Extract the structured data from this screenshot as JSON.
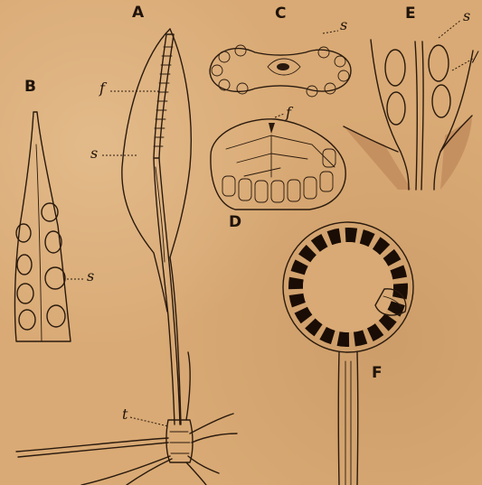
{
  "figure": {
    "panel_labels": {
      "A": "A",
      "B": "B",
      "C": "C",
      "D": "D",
      "E": "E",
      "F": "F"
    },
    "part_labels": {
      "a_fertile": "f",
      "a_sterile": "s",
      "a_base": "t",
      "b_sporangium": "s",
      "c_sporangium": "s",
      "d_fertile": "f",
      "e_sporangium": "s",
      "e_edge": "/"
    }
  }
}
